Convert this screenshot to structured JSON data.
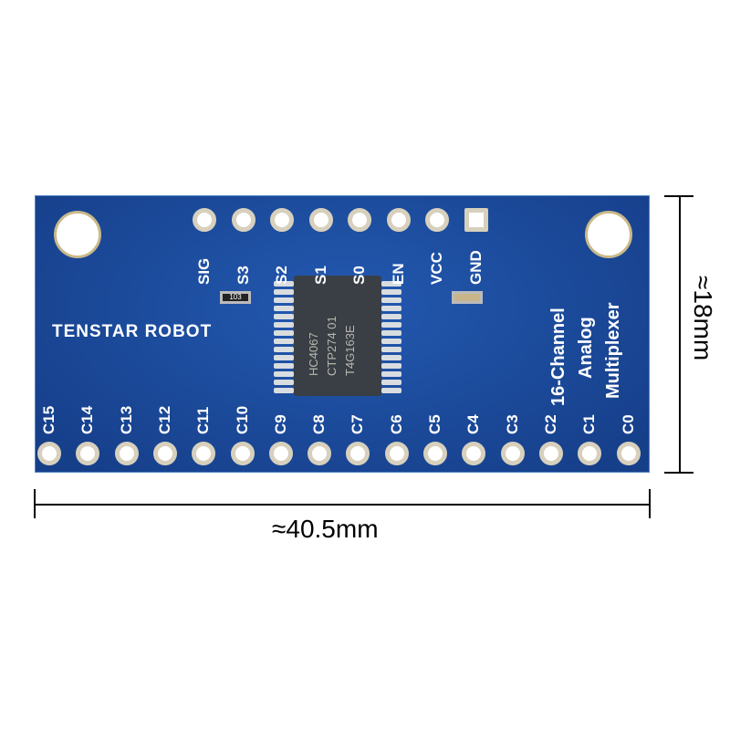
{
  "board": {
    "brand": "TENSTAR ROBOT",
    "description_lines": [
      "16-Channel",
      "Analog",
      "Multiplexer"
    ],
    "chip_text": [
      "HC4067",
      "CTP274 01",
      "T4G163E"
    ],
    "resistor_code": "103",
    "top_pins": [
      "SIG",
      "S3",
      "S2",
      "S1",
      "S0",
      "EN",
      "VCC",
      "GND"
    ],
    "bottom_pins": [
      "C15",
      "C14",
      "C13",
      "C12",
      "C11",
      "C10",
      "C9",
      "C8",
      "C7",
      "C6",
      "C5",
      "C4",
      "C3",
      "C2",
      "C1",
      "C0"
    ],
    "color": "#1b4d9f"
  },
  "dimensions": {
    "width_label": "≈40.5mm",
    "height_label": "≈18mm"
  }
}
